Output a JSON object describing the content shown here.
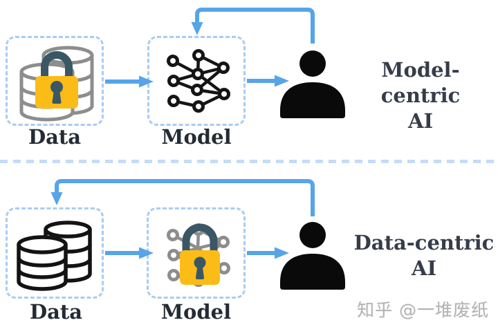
{
  "rows": [
    {
      "name": "model-centric-row",
      "data_label": "Data",
      "model_label": "Model",
      "heading_line1": "Model-centric",
      "heading_line2": "AI",
      "data_icon": "locked-database",
      "model_icon": "neural-network",
      "result_icon": "user-silhouette",
      "feedback_target": "Model"
    },
    {
      "name": "data-centric-row",
      "data_label": "Data",
      "model_label": "Model",
      "heading_line1": "Data-centric",
      "heading_line2": "AI",
      "data_icon": "database",
      "model_icon": "locked-neural-network",
      "result_icon": "user-silhouette",
      "feedback_target": "Data"
    }
  ],
  "watermark": "知乎 @一堆废纸",
  "colors": {
    "arrow-blue": "#55a5e8",
    "box-border": "#a8ccf2",
    "divider": "#c4dcf5",
    "lock-body": "#fbbc17",
    "lock-shackle": "#3a5765",
    "icon-gray": "#8d8d8d",
    "icon-black": "#131313",
    "label-dark": "#242b34",
    "heading-dark": "#363d49",
    "watermark-gray": "#b2b2b4",
    "person-black": "#0a0a0a"
  }
}
